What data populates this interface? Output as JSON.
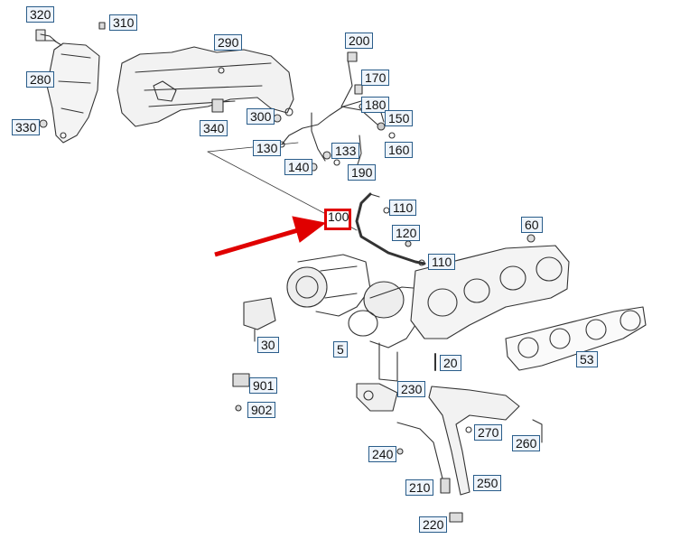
{
  "callouts": {
    "c320": "320",
    "c310": "310",
    "c290": "290",
    "c280": "280",
    "c330": "330",
    "c340": "340",
    "c300": "300",
    "c200": "200",
    "c170": "170",
    "c180": "180",
    "c150": "150",
    "c130": "130",
    "c133": "133",
    "c160": "160",
    "c140": "140",
    "c190": "190",
    "c110a": "110",
    "c100": "100",
    "c120": "120",
    "c110b": "110",
    "c60": "60",
    "c5": "5",
    "c30": "30",
    "c20": "20",
    "c53": "53",
    "c901": "901",
    "c902": "902",
    "c230": "230",
    "c270": "270",
    "c260": "260",
    "c240": "240",
    "c250": "250",
    "c210": "210",
    "c220": "220"
  },
  "highlight": {
    "callout": "100",
    "color": "#e00000"
  },
  "colors": {
    "line": "#333333",
    "callout_border": "#2a5d8a",
    "callout_fill": "#eef4fb",
    "arrow": "#e00000"
  }
}
